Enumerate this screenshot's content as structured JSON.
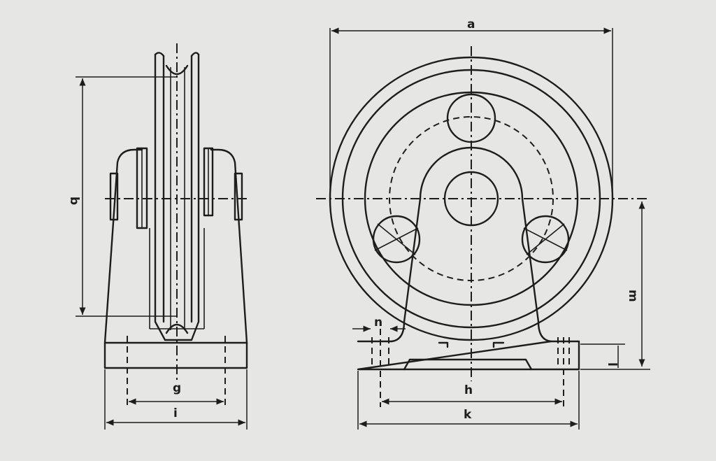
{
  "labels": {
    "a": "a",
    "b": "b",
    "g": "g",
    "i": "i",
    "h": "h",
    "k": "k",
    "m": "m",
    "n": "n",
    "l": "l"
  },
  "colors": {
    "line": "#1d1d1d",
    "paper": "#e6e6e4"
  }
}
